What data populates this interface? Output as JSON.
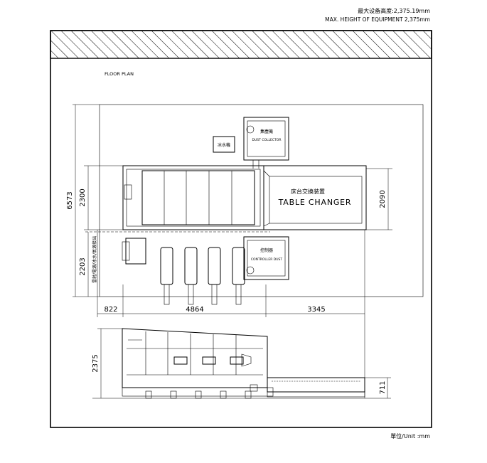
{
  "header": {
    "height_cn": "最大设备高度:2,375.19mm",
    "height_en": "MAX. HEIGHT OF EQUIPMENT 2,375mm"
  },
  "plan": {
    "title": "FLOOR PLAN",
    "table_changer_cn": "床台交换装置",
    "table_changer_en": "TABLE CHANGER",
    "chiller_label": "冰水機",
    "dust_collector_cn": "集塵機",
    "dust_collector_en": "DUST COLLECTOR",
    "controller_cn": "控制器",
    "controller_en": "CONTROLLER DUST",
    "side_label_cn": "雷射/電源/冰水/氣源接出",
    "dimensions": {
      "overall_width": "6573",
      "bed_width": "2300",
      "front_gap": "2203",
      "left_gap": "822",
      "machine_length": "4864",
      "changer_length": "3345",
      "changer_width": "2090"
    }
  },
  "elevation": {
    "height": "2375",
    "changer_height": "711"
  },
  "footer": {
    "unit": "單位/Unit :mm"
  },
  "colors": {
    "line": "#000000",
    "background": "#ffffff"
  }
}
